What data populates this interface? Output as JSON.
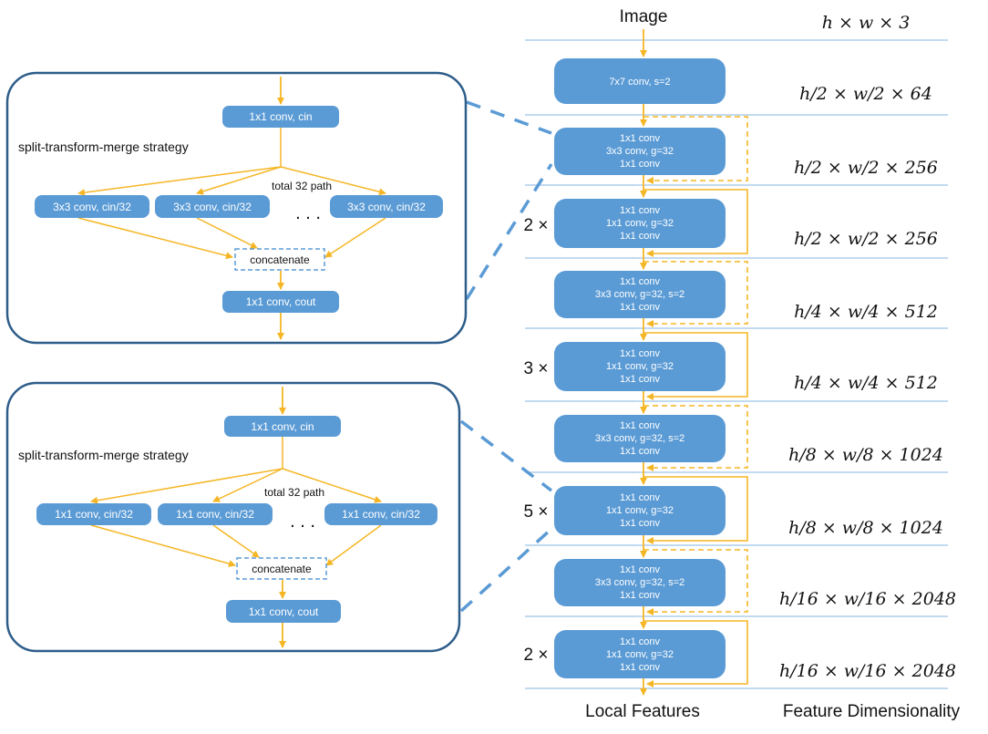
{
  "colors": {
    "box": "#5b9bd5",
    "arrow": "#f5b625",
    "panel_border": "#2e5d8a",
    "separator": "#9dc3e6",
    "dashed": "#5b9bd5"
  },
  "main": {
    "top_label": "Image",
    "bottom_label": "Local Features",
    "dim_header": "Feature Dimensionality",
    "stem": [
      "7x7 conv, s=2"
    ],
    "blocks": [
      {
        "lines": [
          "1x1 conv",
          "3x3 conv, g=32",
          "1x1 conv"
        ]
      },
      {
        "lines": [
          "1x1 conv",
          "1x1 conv, g=32",
          "1x1 conv"
        ],
        "repeat": "2 ×"
      },
      {
        "lines": [
          "1x1 conv",
          "3x3 conv, g=32, s=2",
          "1x1 conv"
        ]
      },
      {
        "lines": [
          "1x1 conv",
          "1x1 conv, g=32",
          "1x1 conv"
        ],
        "repeat": "3 ×"
      },
      {
        "lines": [
          "1x1 conv",
          "3x3 conv, g=32, s=2",
          "1x1 conv"
        ]
      },
      {
        "lines": [
          "1x1 conv",
          "1x1 conv, g=32",
          "1x1 conv"
        ],
        "repeat": "5 ×"
      },
      {
        "lines": [
          "1x1 conv",
          "3x3 conv, g=32, s=2",
          "1x1 conv"
        ]
      },
      {
        "lines": [
          "1x1 conv",
          "1x1 conv, g=32",
          "1x1 conv"
        ],
        "repeat": "2 ×"
      }
    ],
    "dims": [
      "h × w × 3",
      "h/2 × w/2 × 64",
      "h/2 × w/2 × 256",
      "h/2 × w/2 × 256",
      "h/4 × w/4 × 512",
      "h/4 × w/4 × 512",
      "h/8 × w/8 × 1024",
      "h/8 × w/8 × 1024",
      "h/16 × w/16 × 2048",
      "h/16 × w/16 × 2048"
    ]
  },
  "panels": [
    {
      "top": "1x1 conv, cin",
      "strategy": "split-transform-merge strategy",
      "paths_label": "total 32 path",
      "branches": [
        "3x3 conv, cin/32",
        "3x3 conv, cin/32",
        "3x3 conv, cin/32"
      ],
      "ellipsis": ". . .",
      "merge": "concatenate",
      "bottom": "1x1 conv, cout"
    },
    {
      "top": "1x1 conv, cin",
      "strategy": "split-transform-merge strategy",
      "paths_label": "total 32 path",
      "branches": [
        "1x1 conv, cin/32",
        "1x1 conv, cin/32",
        "1x1 conv, cin/32"
      ],
      "ellipsis": ". . .",
      "merge": "concatenate",
      "bottom": "1x1 conv, cout"
    }
  ]
}
